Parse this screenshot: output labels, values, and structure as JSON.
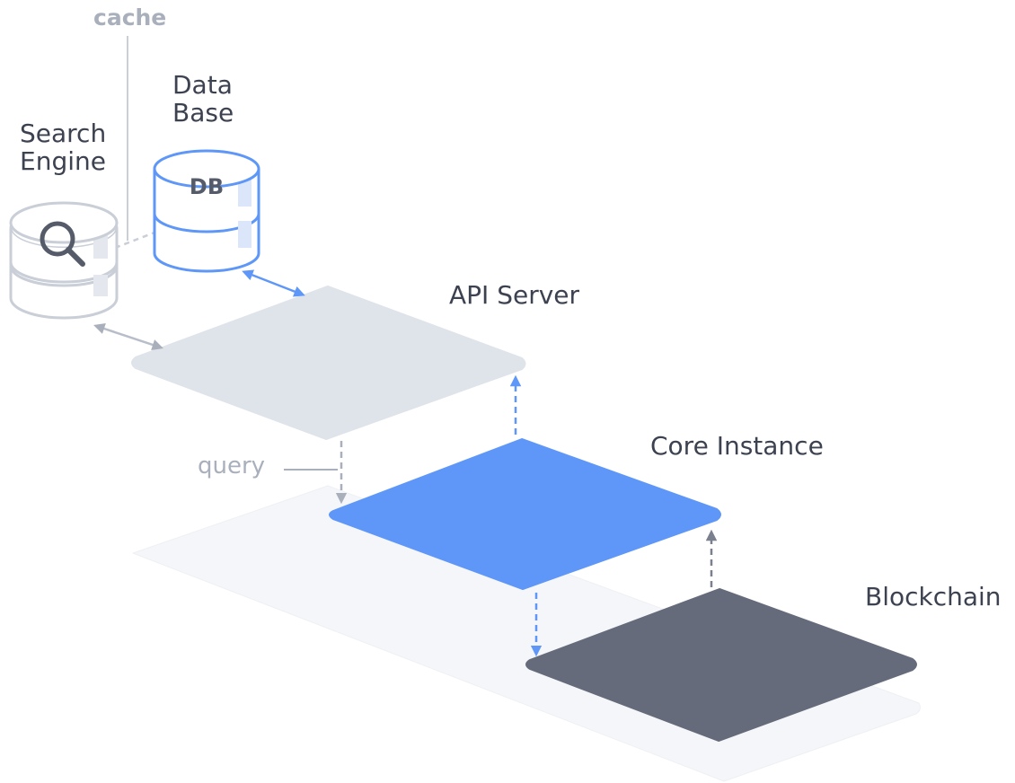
{
  "labels": {
    "cache": "cache",
    "database": "Data\nBase",
    "search_engine": "Search\nEngine",
    "api_server": "API Server",
    "core_instance": "Core Instance",
    "blockchain": "Blockchain",
    "query": "query"
  },
  "icons": {
    "database_badge": "DB",
    "search_engine_icon": "magnifier-icon"
  },
  "colors": {
    "base_plane": "#f5f6f9",
    "api_server": "#dfe3ea",
    "core_instance": "#5e97f8",
    "blockchain": "#656b7a",
    "db_stroke": "#5e97f8",
    "search_stroke": "#c9ced7",
    "arrow_grey": "#a9b0bc",
    "arrow_dark": "#7a808d",
    "label_dark": "#3d4250",
    "label_grey": "#a9b0bc"
  }
}
